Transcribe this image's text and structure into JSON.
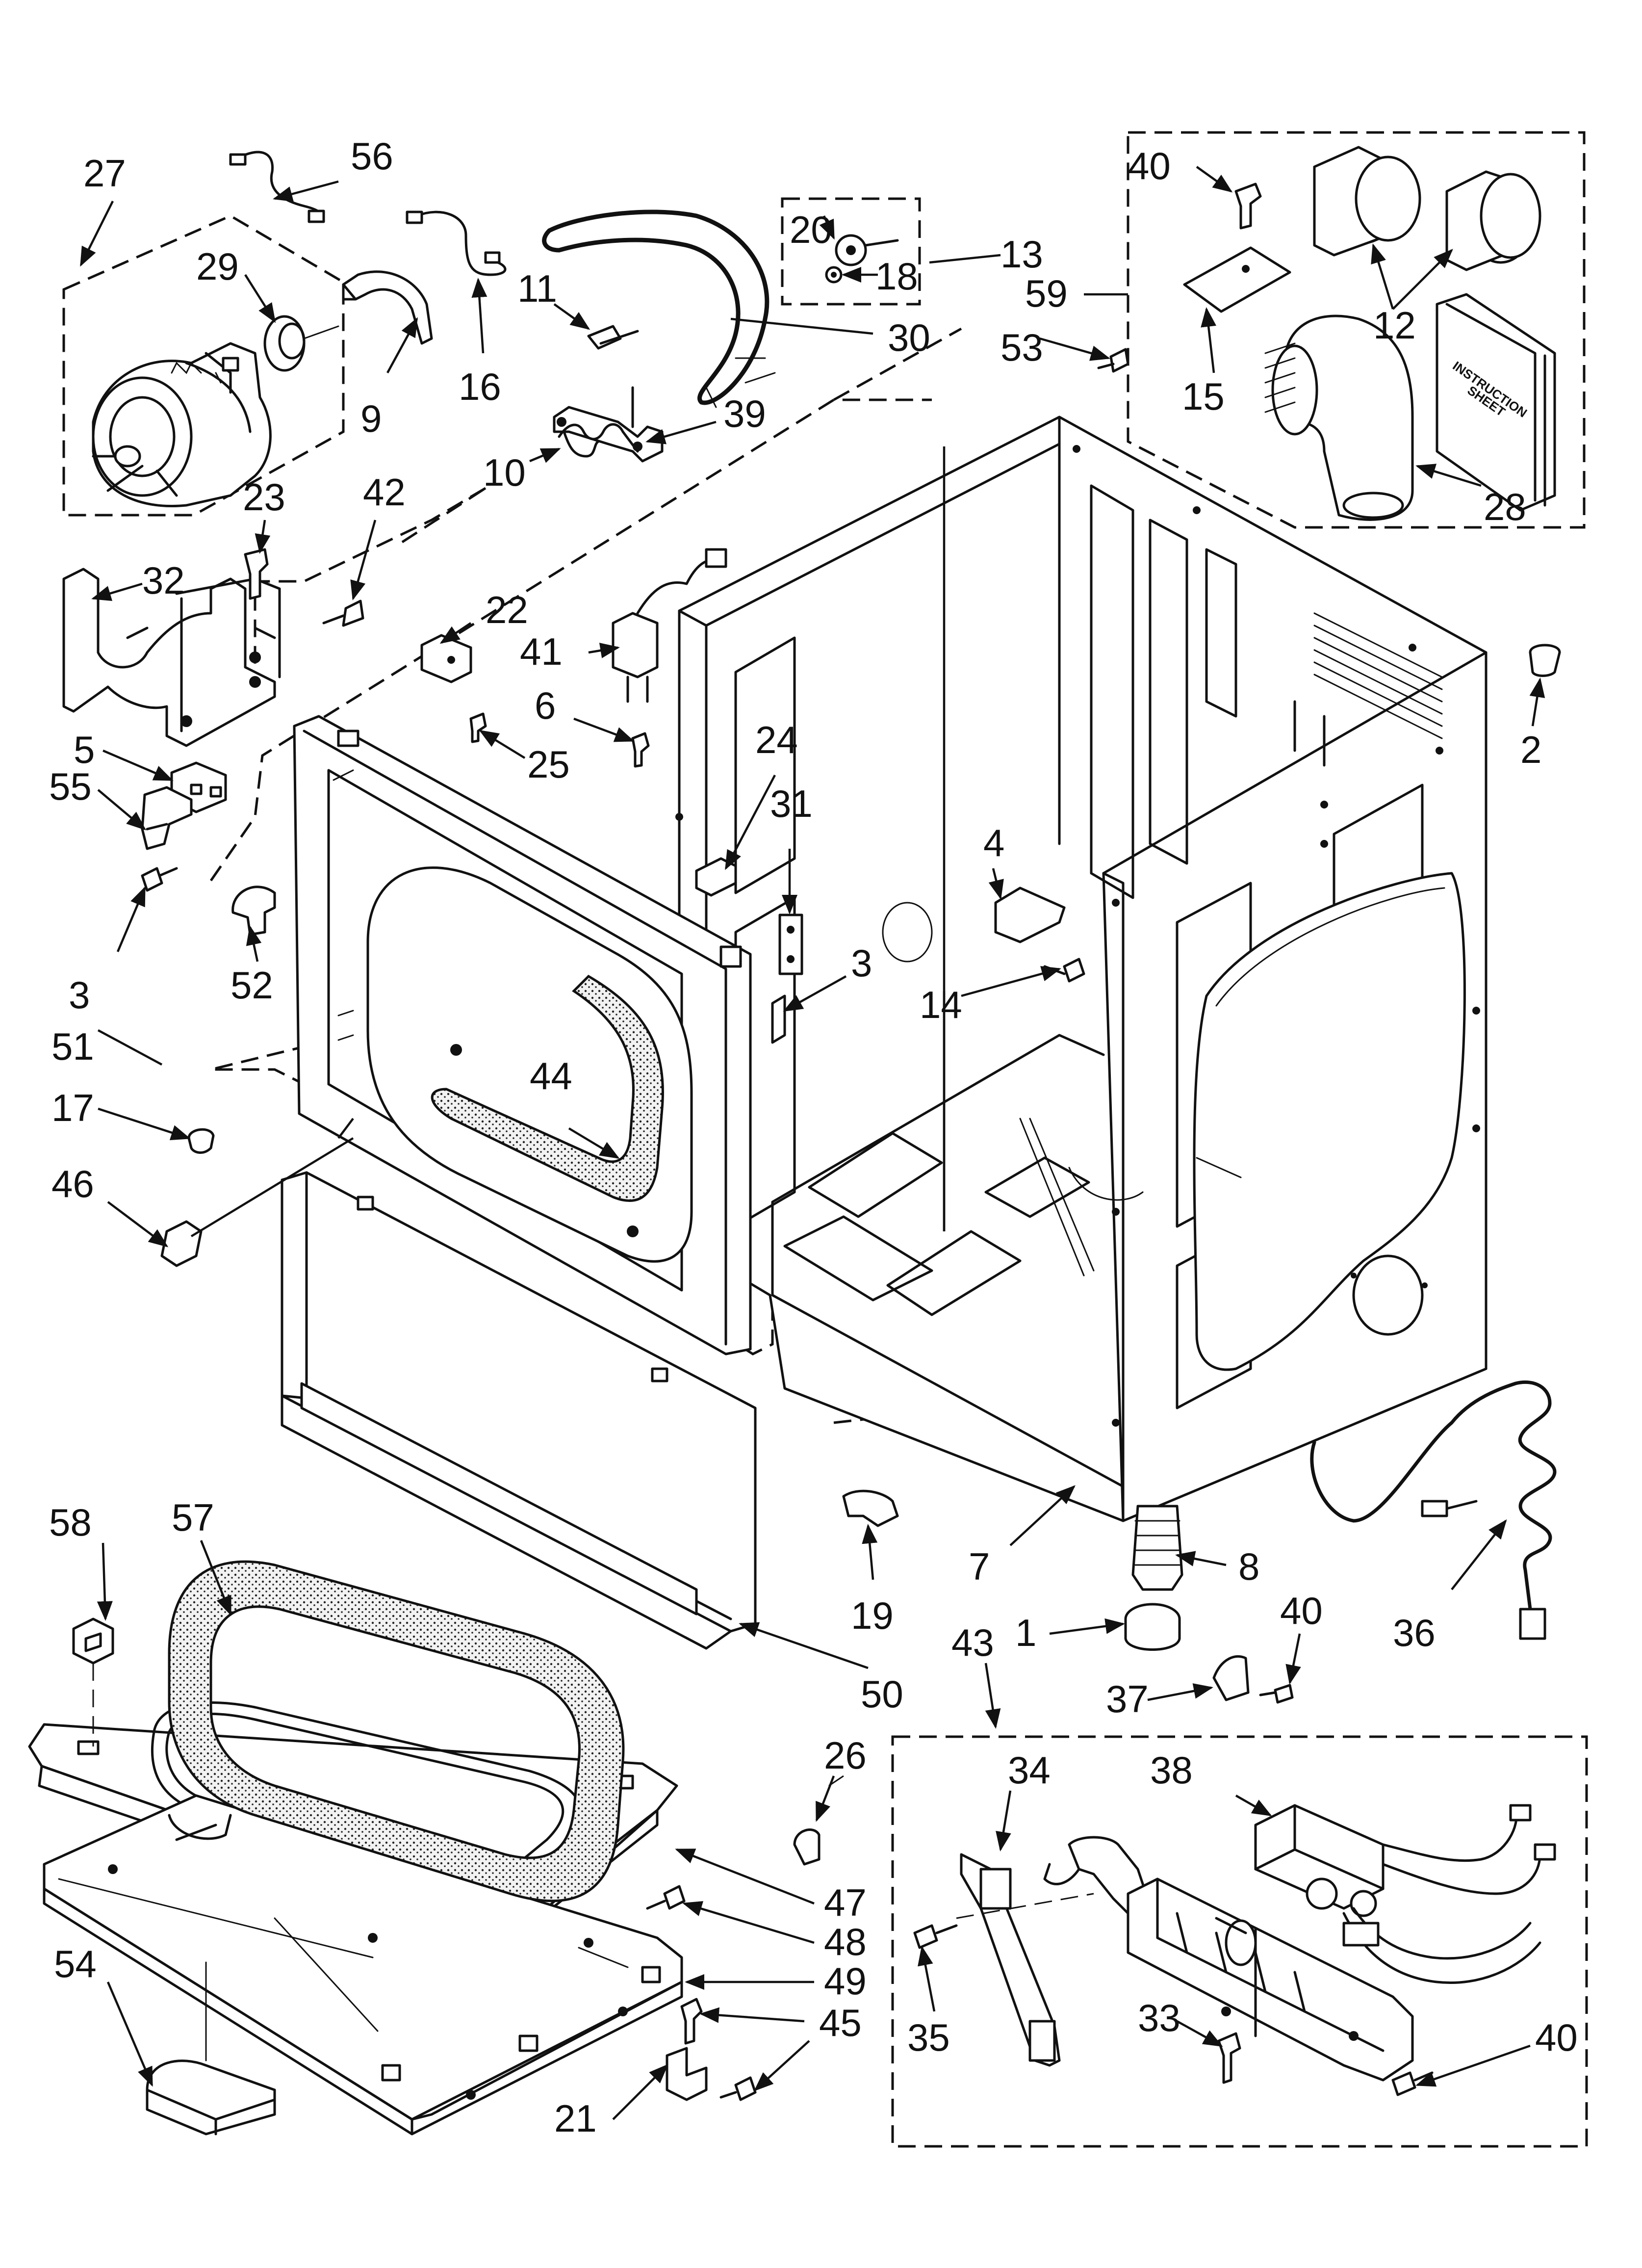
{
  "diagram": {
    "labels": [
      {
        "id": "p27",
        "text": "27"
      },
      {
        "id": "p56",
        "text": "56"
      },
      {
        "id": "p29",
        "text": "29"
      },
      {
        "id": "p9",
        "text": "9"
      },
      {
        "id": "p16",
        "text": "16"
      },
      {
        "id": "p11",
        "text": "11"
      },
      {
        "id": "p10",
        "text": "10"
      },
      {
        "id": "p39",
        "text": "39"
      },
      {
        "id": "p30",
        "text": "30"
      },
      {
        "id": "p20",
        "text": "20"
      },
      {
        "id": "p18",
        "text": "18"
      },
      {
        "id": "p13",
        "text": "13"
      },
      {
        "id": "p40a",
        "text": "40"
      },
      {
        "id": "p59",
        "text": "59"
      },
      {
        "id": "p53",
        "text": "53"
      },
      {
        "id": "p15",
        "text": "15"
      },
      {
        "id": "p12",
        "text": "12"
      },
      {
        "id": "p28",
        "text": "28"
      },
      {
        "id": "p23",
        "text": "23"
      },
      {
        "id": "p42",
        "text": "42"
      },
      {
        "id": "p32",
        "text": "32"
      },
      {
        "id": "p22",
        "text": "22"
      },
      {
        "id": "p41",
        "text": "41"
      },
      {
        "id": "p6",
        "text": "6"
      },
      {
        "id": "p25",
        "text": "25"
      },
      {
        "id": "p5",
        "text": "5"
      },
      {
        "id": "p55",
        "text": "55"
      },
      {
        "id": "p24",
        "text": "24"
      },
      {
        "id": "p31",
        "text": "31"
      },
      {
        "id": "p2",
        "text": "2"
      },
      {
        "id": "p4",
        "text": "4"
      },
      {
        "id": "p3a",
        "text": "3"
      },
      {
        "id": "p52",
        "text": "52"
      },
      {
        "id": "p3b",
        "text": "3"
      },
      {
        "id": "p14",
        "text": "14"
      },
      {
        "id": "p51",
        "text": "51"
      },
      {
        "id": "p44",
        "text": "44"
      },
      {
        "id": "p17",
        "text": "17"
      },
      {
        "id": "p46",
        "text": "46"
      },
      {
        "id": "p58",
        "text": "58"
      },
      {
        "id": "p57",
        "text": "57"
      },
      {
        "id": "p19",
        "text": "19"
      },
      {
        "id": "p7",
        "text": "7"
      },
      {
        "id": "p8",
        "text": "8"
      },
      {
        "id": "p43",
        "text": "43"
      },
      {
        "id": "p1",
        "text": "1"
      },
      {
        "id": "p40b",
        "text": "40"
      },
      {
        "id": "p36",
        "text": "36"
      },
      {
        "id": "p50",
        "text": "50"
      },
      {
        "id": "p37",
        "text": "37"
      },
      {
        "id": "p26",
        "text": "26"
      },
      {
        "id": "p34",
        "text": "34"
      },
      {
        "id": "p38",
        "text": "38"
      },
      {
        "id": "p47",
        "text": "47"
      },
      {
        "id": "p48",
        "text": "48"
      },
      {
        "id": "p49",
        "text": "49"
      },
      {
        "id": "p45",
        "text": "45"
      },
      {
        "id": "p35",
        "text": "35"
      },
      {
        "id": "p33",
        "text": "33"
      },
      {
        "id": "p40c",
        "text": "40"
      },
      {
        "id": "p54",
        "text": "54"
      },
      {
        "id": "p21",
        "text": "21"
      }
    ],
    "instruction_sheet": {
      "line1": "INSTRUCTION",
      "line2": "SHEET"
    }
  }
}
